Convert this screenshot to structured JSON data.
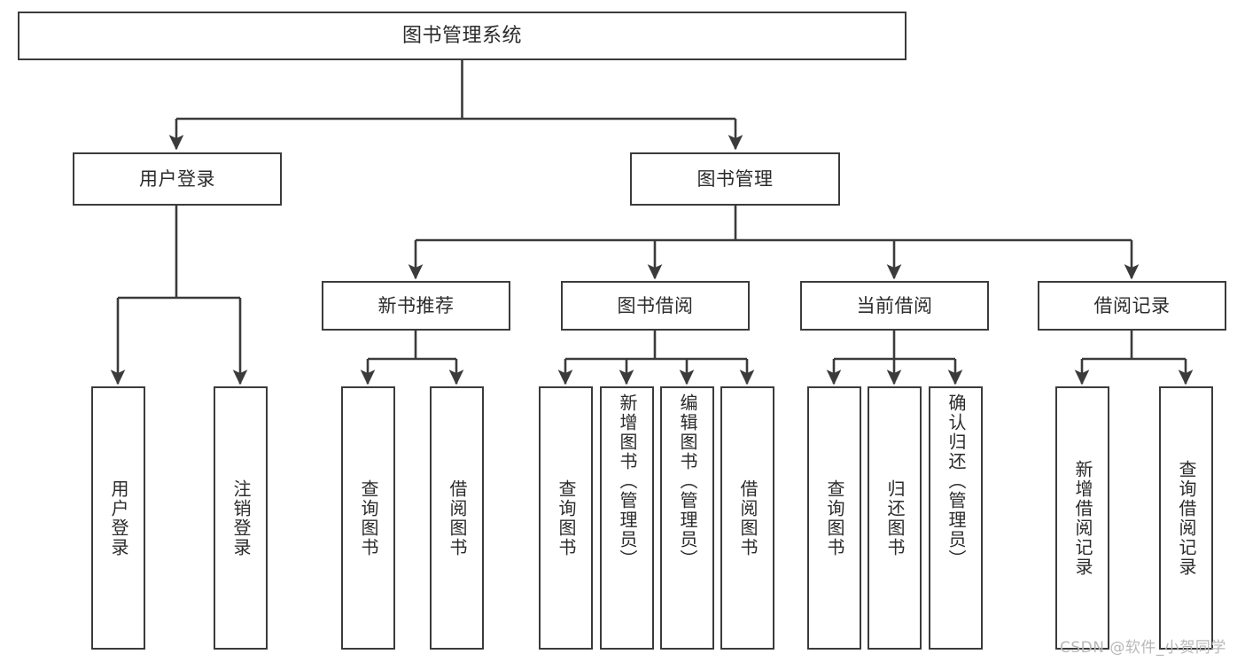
{
  "diagram": {
    "title": "图书管理系统",
    "type": "functional-structure-tree",
    "watermark": "CSDN @软件_小贺同学",
    "colors": {
      "box_border": "#3b3b3b",
      "box_fill": "#ffffff",
      "connector": "#3b3b3b",
      "text": "#2b2b2b",
      "watermark": "#b8b8b8",
      "background": "#ffffff"
    },
    "root": {
      "label": "图书管理系统"
    },
    "level2": [
      {
        "label": "用户登录"
      },
      {
        "label": "图书管理"
      }
    ],
    "level3": [
      {
        "label": "新书推荐"
      },
      {
        "label": "图书借阅"
      },
      {
        "label": "当前借阅"
      },
      {
        "label": "借阅记录"
      }
    ],
    "leaves": {
      "user_login": [
        {
          "label": "用户登录"
        },
        {
          "label": "注销登录"
        }
      ],
      "new_book_recommend": [
        {
          "label": "查询图书"
        },
        {
          "label": "借阅图书"
        }
      ],
      "book_borrow": [
        {
          "label": "查询图书"
        },
        {
          "label": "新增图书（管理员）"
        },
        {
          "label": "编辑图书（管理员）"
        },
        {
          "label": "借阅图书"
        }
      ],
      "current_borrow": [
        {
          "label": "查询图书"
        },
        {
          "label": "归还图书"
        },
        {
          "label": "确认归还（管理员）"
        }
      ],
      "borrow_record": [
        {
          "label": "新增借阅记录"
        },
        {
          "label": "查询借阅记录"
        }
      ]
    }
  }
}
